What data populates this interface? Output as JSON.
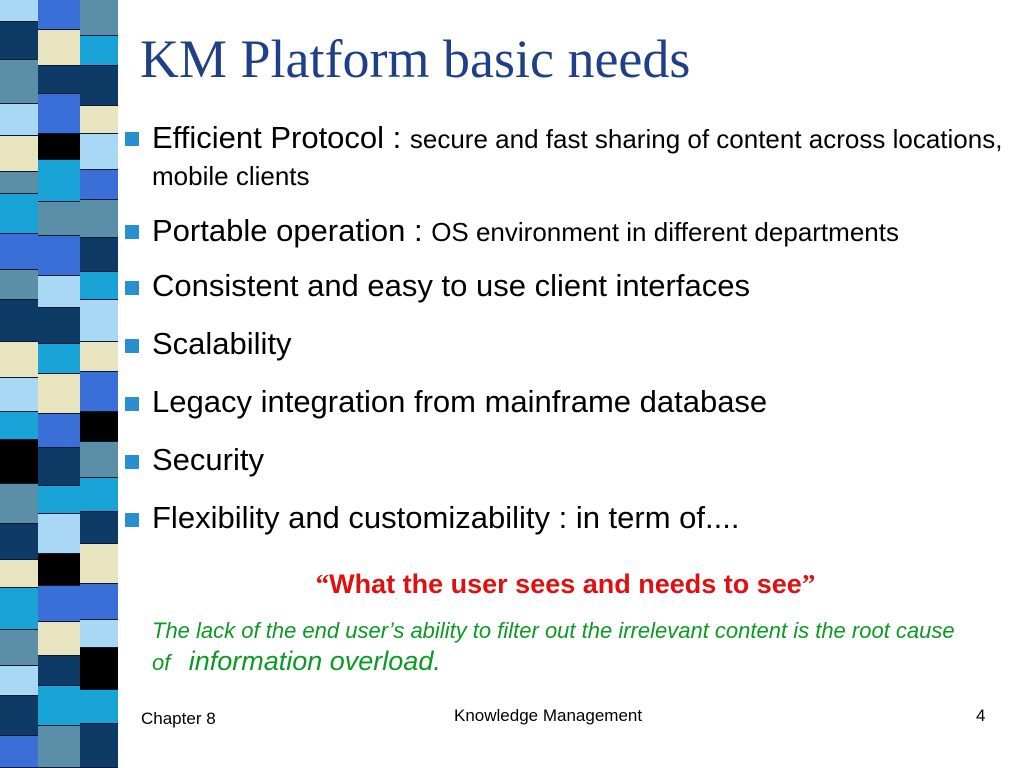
{
  "slide": {
    "title": "KM Platform basic needs",
    "bullets": [
      {
        "main": "Efficient Protocol : ",
        "sub": "secure and fast sharing of content across locations, mobile clients"
      },
      {
        "main": "Portable operation : ",
        "sub": "OS environment in different departments"
      },
      {
        "main": "Consistent and easy to use client interfaces",
        "sub": ""
      },
      {
        "main": "Scalability",
        "sub": ""
      },
      {
        "main": "Legacy integration from mainframe database",
        "sub": ""
      },
      {
        "main": "Security",
        "sub": ""
      },
      {
        "main": "Flexibility and customizability : in term of....",
        "sub": ""
      }
    ],
    "quote": {
      "open": "“",
      "text": "What the user sees and needs to see",
      "close": "”"
    },
    "note": {
      "text": "The lack of the end user’s ability to filter out the irrelevant content is the root cause of",
      "emphasis": "information overload."
    }
  },
  "footer": {
    "left": "Chapter 8",
    "center": "Knowledge Management",
    "page": "4"
  },
  "colors": {
    "title": "#1f3f86",
    "bullet_marker": "#2a8fd0",
    "quote": "#e01010",
    "note": "#0b9a24",
    "stripe_palette": [
      "#0d3b66",
      "#3a6fd8",
      "#1aa3d6",
      "#000000",
      "#e8e4c0",
      "#5b8fa8",
      "#a9d8f5"
    ]
  }
}
